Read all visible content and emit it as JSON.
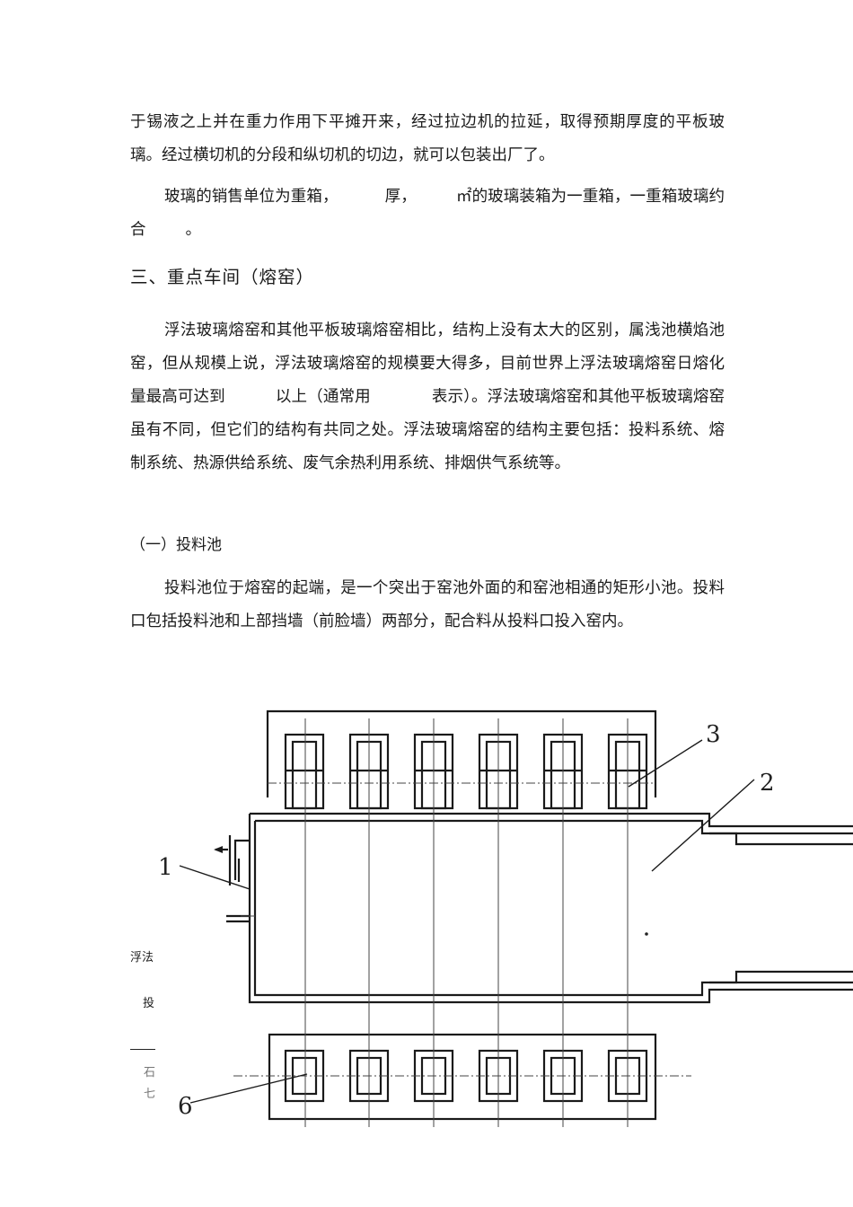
{
  "paragraphs": {
    "p1": "于锡液之上并在重力作用下平摊开来，经过拉边机的拉延，取得预期厚度的平板玻璃。经过横切机的分段和纵切机的切边，就可以包装出厂了。",
    "p2_a": "玻璃的销售单位为重箱，",
    "p2_b": "厚，",
    "p2_c": "㎡的玻璃装箱为一重箱，一重箱玻璃约合",
    "p2_d": "。"
  },
  "section_title": "三、重点车间（熔窑）",
  "body": {
    "p3_a": "浮法玻璃熔窑和其他平板玻璃熔窑相比，结构上没有太大的区别，属浅池横焰池窑，但从规模上说，浮法玻璃熔窑的规模要大得多，目前世界上浮法玻璃熔窑日熔化量最高可达到",
    "p3_b": "以上（通常用",
    "p3_c": "表示）。浮法玻璃熔窑和其他平板玻璃熔窑虽有不同，但它们的结构有共同之处。浮法玻璃熔窑的结构主要包括：投料系统、熔制系统、热源供给系统、废气余热利用系统、排烟供气系统等。"
  },
  "subsection_title": "（一）投料池",
  "p4": "投料池位于熔窑的起端，是一个突出于窑池外面的和窑池相通的矩形小池。投料口包括投料池和上部挡墙（前脸墙）两部分，配合料从投料口投入窑内。",
  "side_fragments": {
    "s1": "浮法",
    "s2": "投",
    "s3": "石",
    "s4": "七"
  },
  "figure": {
    "label_1": "1",
    "label_2": "2",
    "label_3": "3",
    "label_6": "6"
  }
}
